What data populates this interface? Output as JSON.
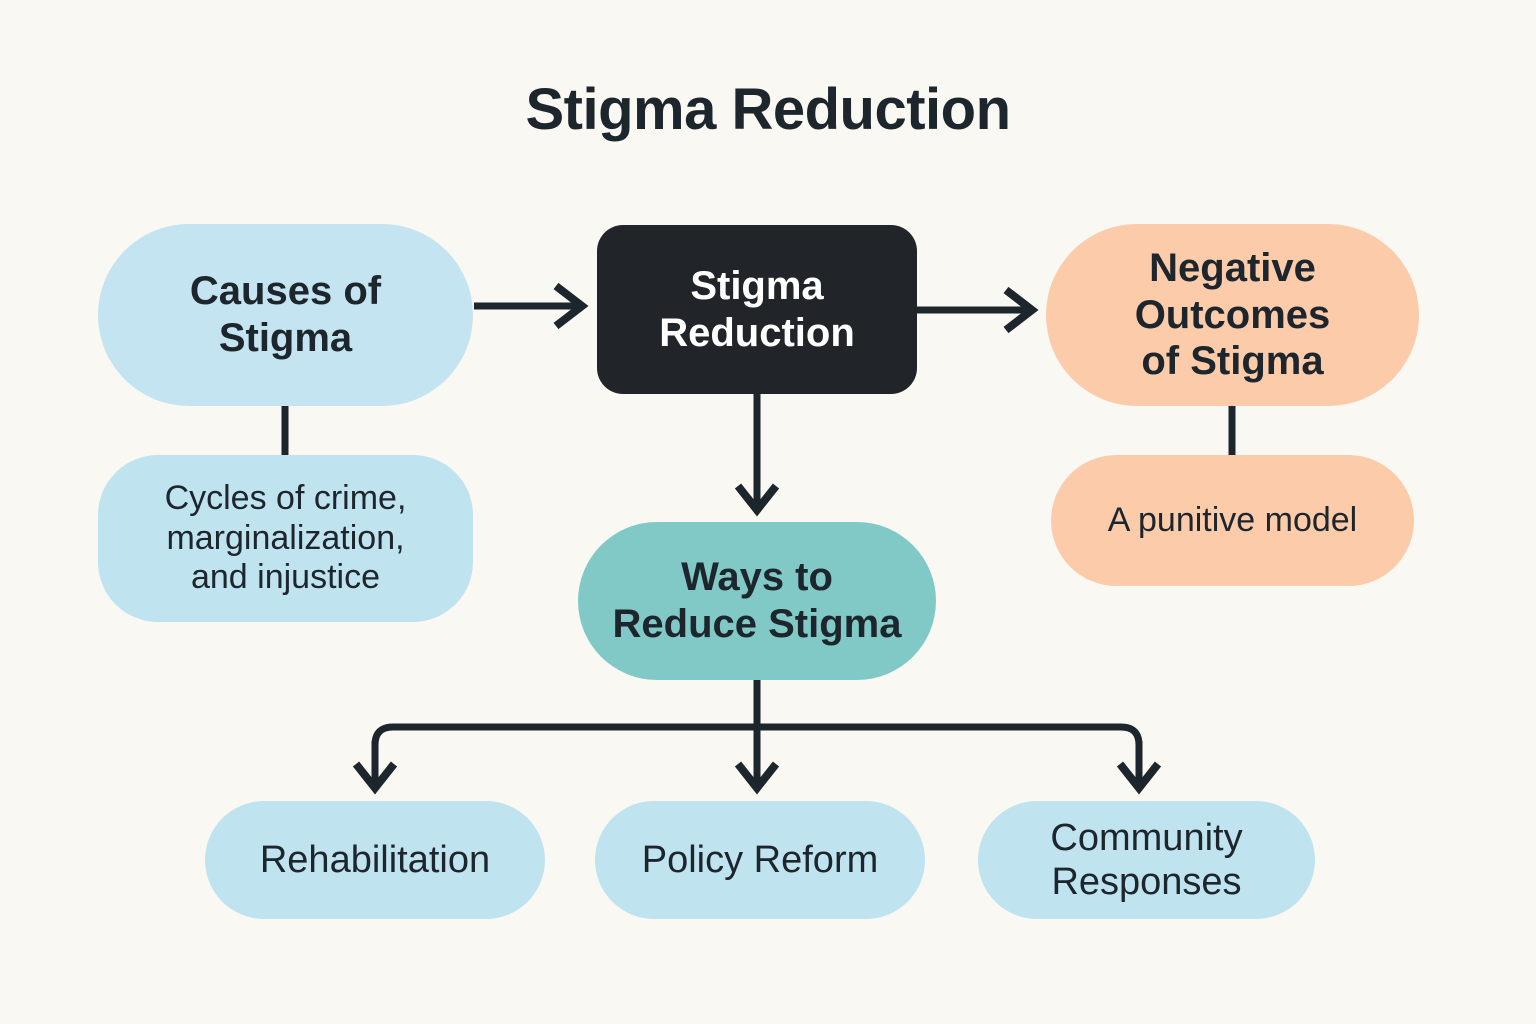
{
  "page": {
    "title": "Stigma Reduction",
    "background_color": "#faf8f3",
    "text_color": "#1d252d",
    "connector_color": "#1d252d"
  },
  "diagram": {
    "type": "flowchart",
    "nodes": [
      {
        "id": "causes",
        "label": "Causes of\nStigma",
        "color": "#c3e4f0",
        "shape": "pill"
      },
      {
        "id": "cycles",
        "label": "Cycles of crime,\nmarginalization,\nand injustice",
        "color": "#bfe3ef",
        "shape": "rounded"
      },
      {
        "id": "core",
        "label": "Stigma\nReduction",
        "color": "#212529",
        "text_color": "#ffffff",
        "shape": "rounded-square"
      },
      {
        "id": "ways",
        "label": "Ways to\nReduce Stigma",
        "color": "#80c9c6",
        "shape": "pill"
      },
      {
        "id": "negative",
        "label": "Negative\nOutcomes\nof Stigma",
        "color": "#fbcbaa",
        "shape": "pill"
      },
      {
        "id": "punitive",
        "label": "A punitive model",
        "color": "#fbcbaa",
        "shape": "pill"
      },
      {
        "id": "rehab",
        "label": "Rehabilitation",
        "color": "#bfe3ef",
        "shape": "pill"
      },
      {
        "id": "policy",
        "label": "Policy Reform",
        "color": "#bfe3ef",
        "shape": "pill"
      },
      {
        "id": "community",
        "label": "Community\nResponses",
        "color": "#bfe3ef",
        "shape": "pill"
      }
    ],
    "edges": [
      {
        "from": "causes",
        "to": "core",
        "style": "arrow",
        "direction": "right"
      },
      {
        "from": "core",
        "to": "negative",
        "style": "arrow",
        "direction": "right"
      },
      {
        "from": "core",
        "to": "ways",
        "style": "arrow",
        "direction": "down"
      },
      {
        "from": "causes",
        "to": "cycles",
        "style": "line",
        "direction": "down"
      },
      {
        "from": "negative",
        "to": "punitive",
        "style": "line",
        "direction": "down"
      },
      {
        "from": "ways",
        "to": "rehab",
        "style": "arrow",
        "direction": "down-branch"
      },
      {
        "from": "ways",
        "to": "policy",
        "style": "arrow",
        "direction": "down-branch"
      },
      {
        "from": "ways",
        "to": "community",
        "style": "arrow",
        "direction": "down-branch"
      }
    ]
  }
}
